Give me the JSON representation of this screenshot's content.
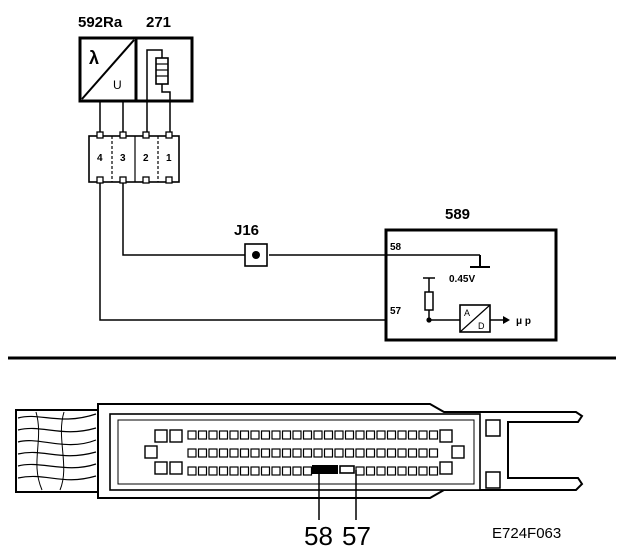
{
  "components": {
    "lambda_sensor": {
      "label": "592Ra",
      "symbol": "λ",
      "output": "U"
    },
    "heater": {
      "label": "271"
    },
    "junction": {
      "label": "J16"
    },
    "ecu": {
      "label": "589",
      "voltage": "0.45V",
      "adc_in": "A",
      "adc_out": "D",
      "output": "μ p"
    }
  },
  "connector": {
    "pins": [
      "4",
      "3",
      "2",
      "1"
    ]
  },
  "ecu_pins": {
    "signal_ground": "58",
    "signal": "57"
  },
  "lower_callouts": {
    "pin_58": "58",
    "pin_57": "57"
  },
  "figure_code": "E724F063"
}
